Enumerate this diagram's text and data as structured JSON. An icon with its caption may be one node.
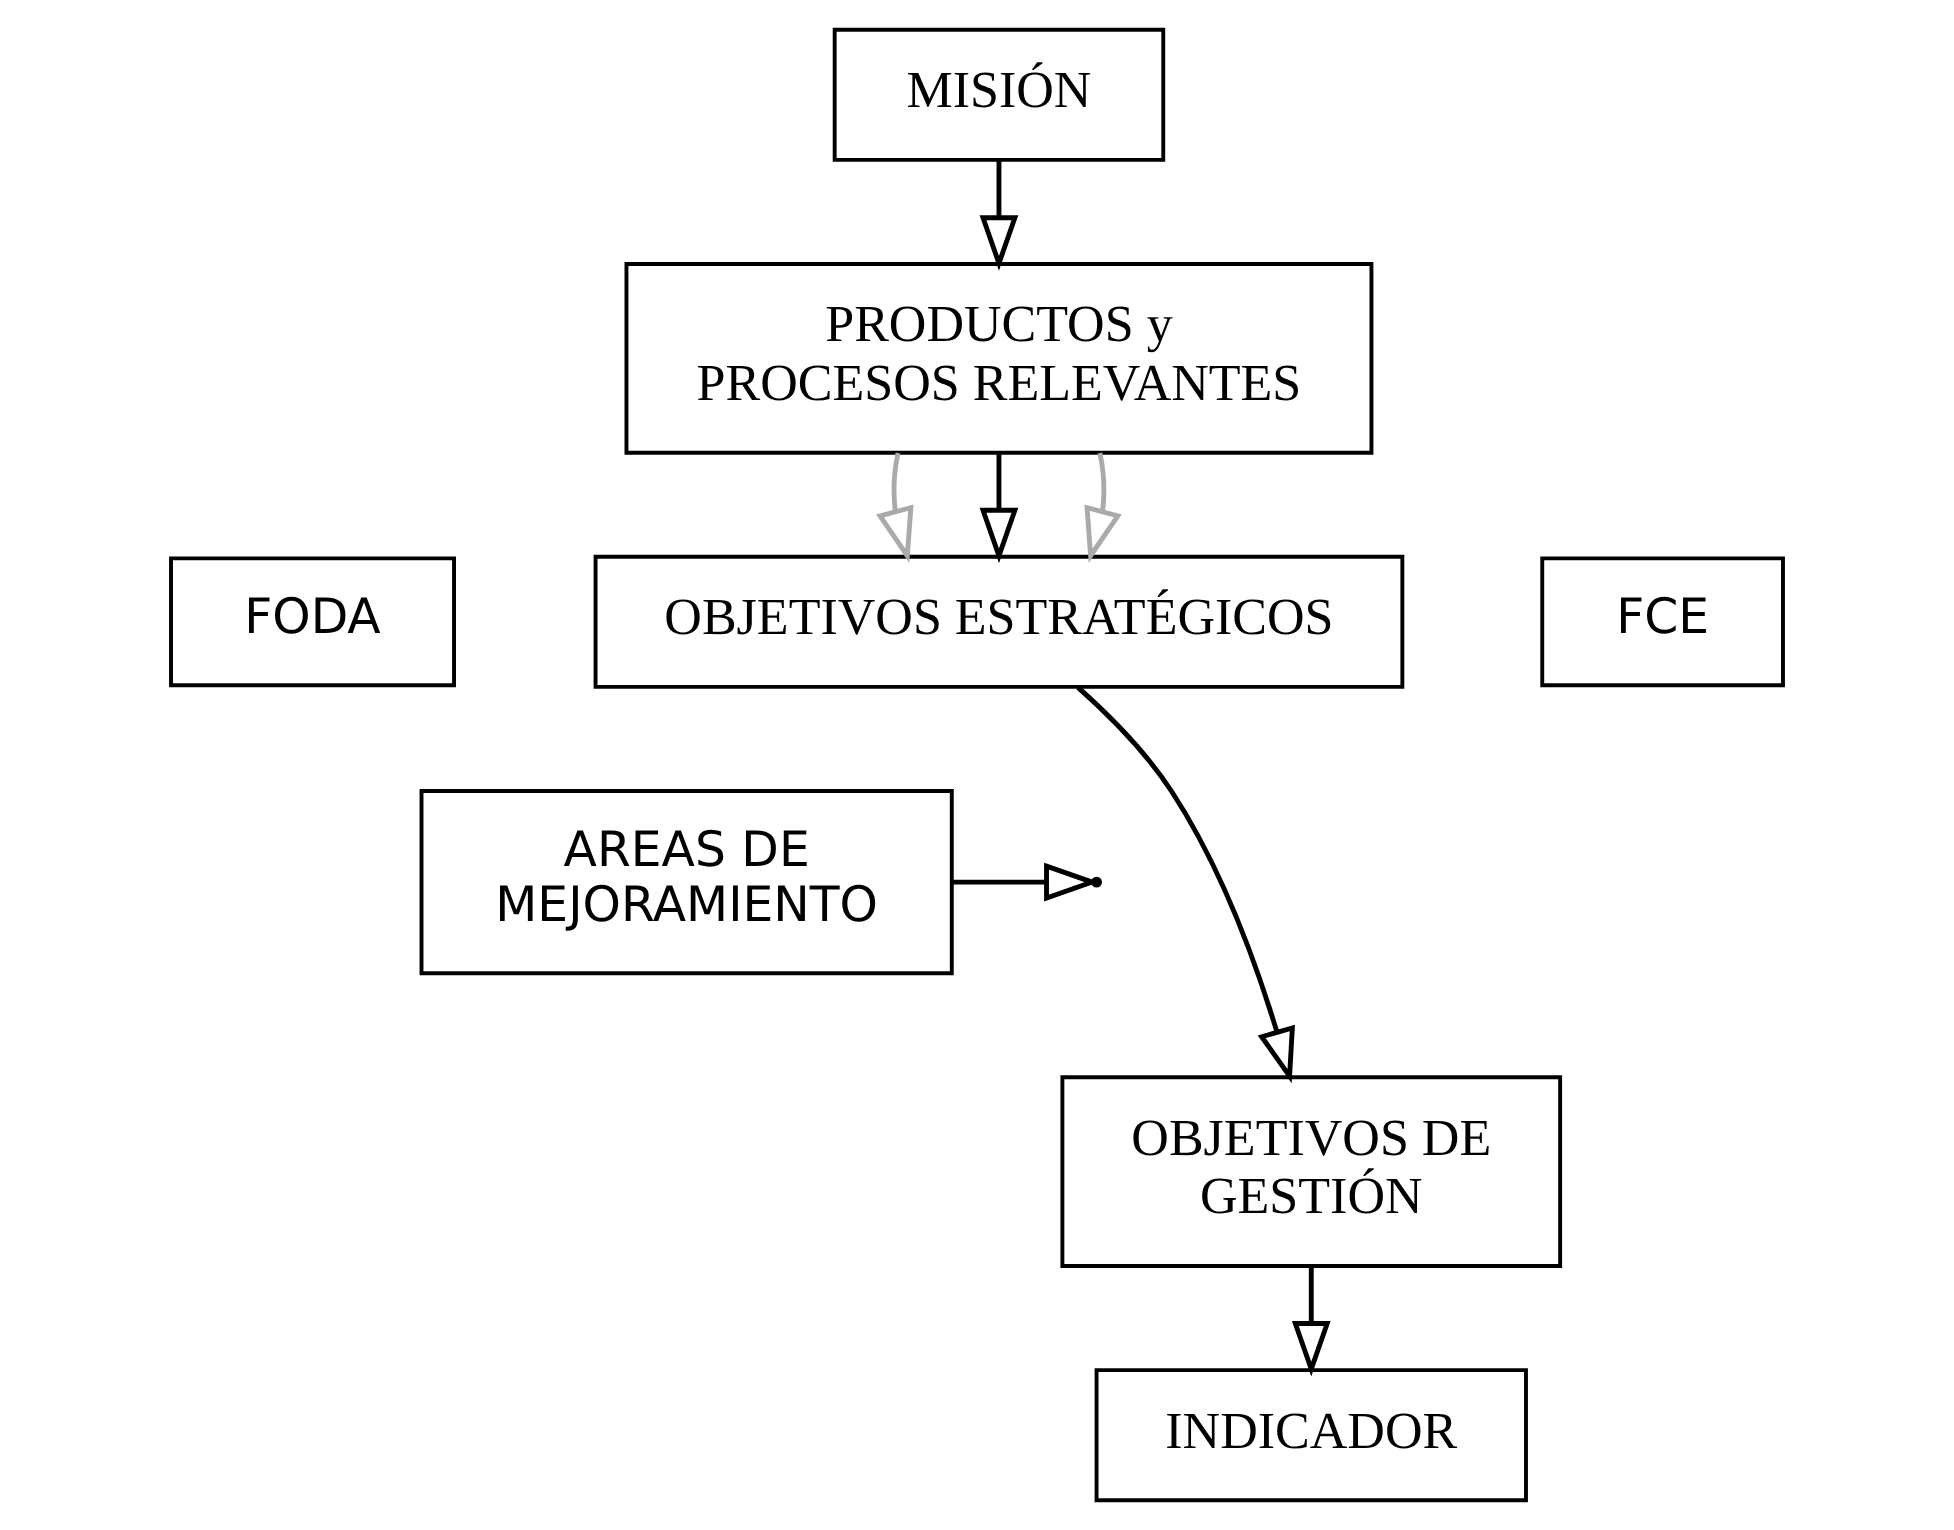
{
  "diagram": {
    "nodes": [
      {
        "text": [
          "MISIÓN"
        ]
      },
      {
        "text": [
          "PRODUCTOS y PROCESOS RELEVANTES"
        ]
      },
      {
        "text": [
          "FODA"
        ]
      },
      {
        "text": [
          "OBJETIVOS ESTRATÉGICOS"
        ]
      },
      {
        "text": [
          "FCE"
        ]
      },
      {
        "text": [
          "AREAS DE MEJORAMIENTO"
        ]
      },
      {
        "text": [
          "OBJETIVOS DE GESTIÓN"
        ]
      },
      {
        "text": [
          "INDICADOR"
        ]
      }
    ],
    "edges": [
      {
        "from": 0,
        "to": 1,
        "arrow": "to"
      },
      {
        "from": 1,
        "to": 3,
        "arrow": "to",
        "color": "#aaaaaa"
      },
      {
        "from": 1,
        "to": 3,
        "arrow": "to"
      },
      {
        "from": 1,
        "to": 3,
        "arrow": "to",
        "color": "#aaaaaa"
      },
      {
        "from": 3,
        "to": 6,
        "arrow": "to"
      },
      {
        "from": 5,
        "to": null,
        "arrow": "to"
      },
      {
        "from": 6,
        "to": 7,
        "arrow": "to"
      }
    ]
  }
}
